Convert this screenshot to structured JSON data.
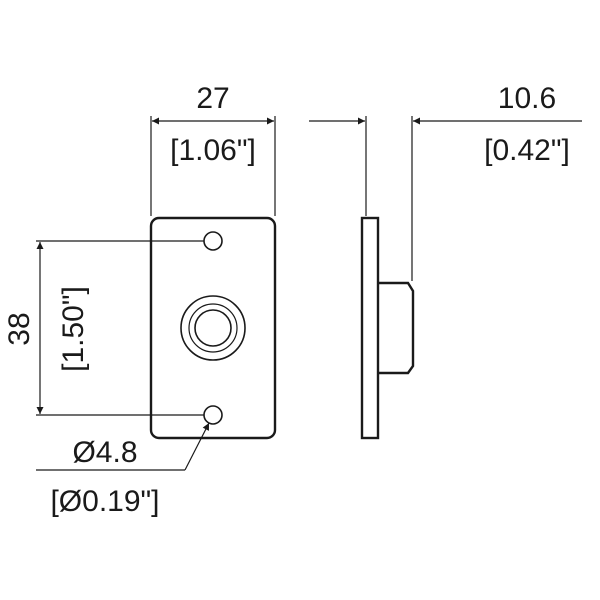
{
  "dimensions": {
    "width": {
      "metric": "27",
      "imperial": "[1.06\"]"
    },
    "depth": {
      "metric": "10.6",
      "imperial": "[0.42\"]"
    },
    "height": {
      "metric": "38",
      "imperial": "[1.50\"]"
    },
    "hole_diameter": {
      "metric": "Ø4.8",
      "imperial": "[Ø0.19\"]"
    }
  }
}
